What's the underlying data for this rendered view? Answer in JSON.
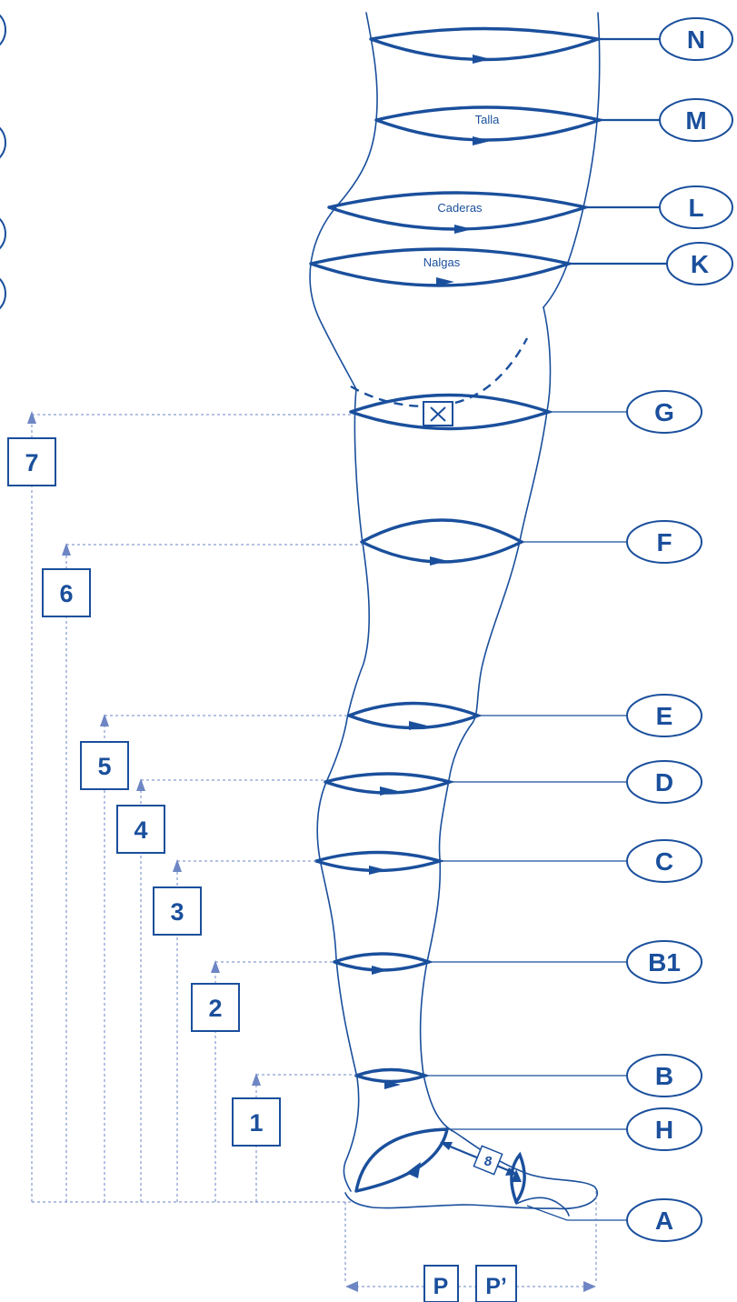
{
  "markers": {
    "N": "N",
    "M": "M",
    "L": "L",
    "K": "K",
    "G": "G",
    "F": "F",
    "E": "E",
    "D": "D",
    "C": "C",
    "B1": "B1",
    "B": "B",
    "H": "H",
    "A": "A"
  },
  "heights": [
    "1",
    "2",
    "3",
    "4",
    "5",
    "6",
    "7"
  ],
  "foot_boxes": {
    "P": "P",
    "P_prime": "P’",
    "eight": "8"
  },
  "band_labels": {
    "talla": "Talla",
    "caderas": "Caderas",
    "nalgas": "Nalgas"
  },
  "colors": {
    "primary": "#1a4f9c",
    "dashed": "#6e86c4"
  }
}
